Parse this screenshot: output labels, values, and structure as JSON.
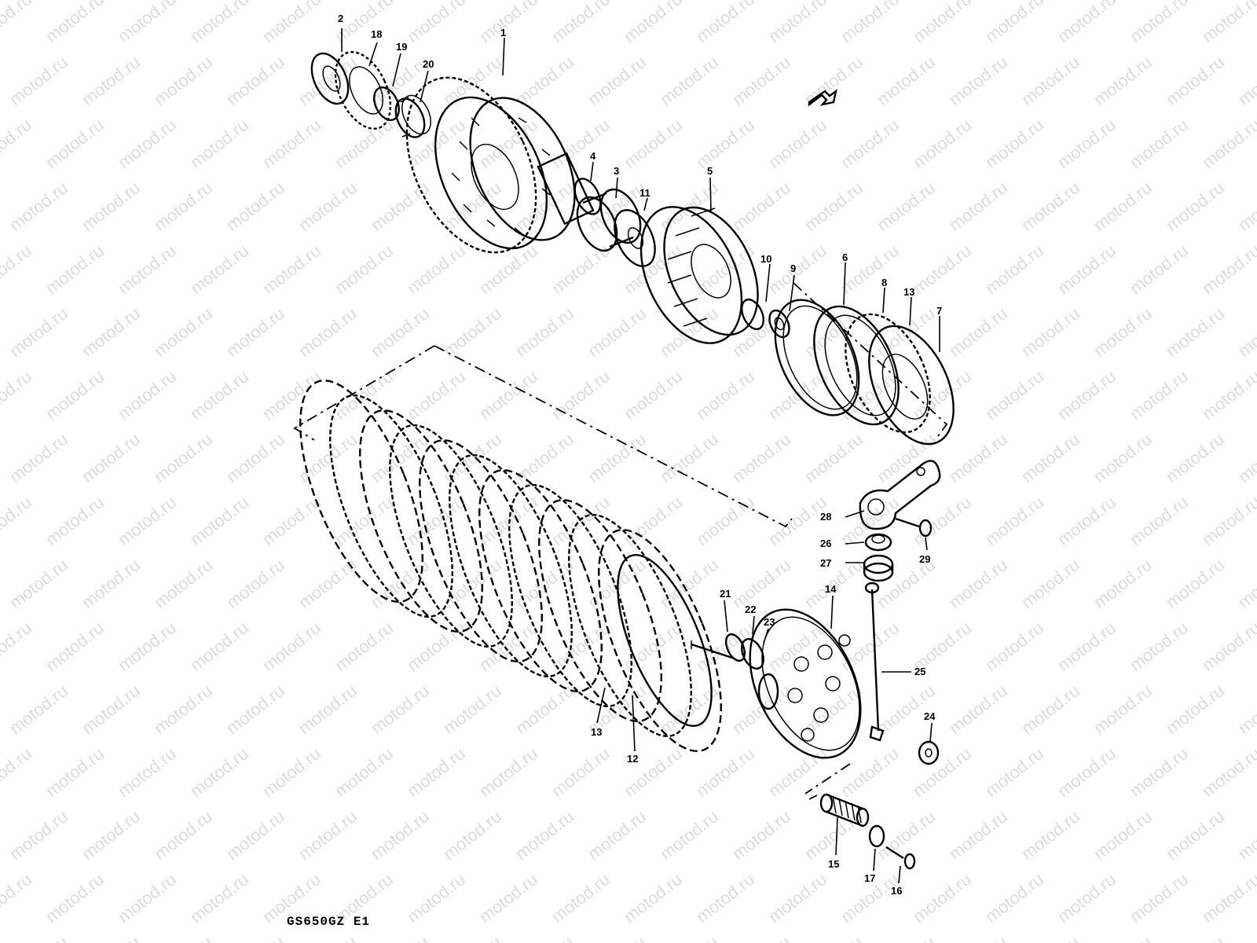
{
  "watermark_text": "motod.ru",
  "model_code": "GS650GZ E1",
  "callouts": [
    {
      "id": "label-1",
      "text": "1"
    },
    {
      "id": "label-2",
      "text": "2"
    },
    {
      "id": "label-3",
      "text": "3"
    },
    {
      "id": "label-4",
      "text": "4"
    },
    {
      "id": "label-5",
      "text": "5"
    },
    {
      "id": "label-6",
      "text": "6"
    },
    {
      "id": "label-7",
      "text": "7"
    },
    {
      "id": "label-8",
      "text": "8"
    },
    {
      "id": "label-9",
      "text": "9"
    },
    {
      "id": "label-10",
      "text": "10"
    },
    {
      "id": "label-11",
      "text": "11"
    },
    {
      "id": "label-12",
      "text": "12"
    },
    {
      "id": "label-13a",
      "text": "13"
    },
    {
      "id": "label-13b",
      "text": "13"
    },
    {
      "id": "label-14",
      "text": "14"
    },
    {
      "id": "label-15",
      "text": "15"
    },
    {
      "id": "label-16",
      "text": "16"
    },
    {
      "id": "label-17",
      "text": "17"
    },
    {
      "id": "label-18",
      "text": "18"
    },
    {
      "id": "label-19",
      "text": "19"
    },
    {
      "id": "label-20",
      "text": "20"
    },
    {
      "id": "label-21",
      "text": "21"
    },
    {
      "id": "label-22",
      "text": "22"
    },
    {
      "id": "label-23",
      "text": "23"
    },
    {
      "id": "label-24",
      "text": "24"
    },
    {
      "id": "label-25",
      "text": "25"
    },
    {
      "id": "label-26",
      "text": "26"
    },
    {
      "id": "label-27",
      "text": "27"
    },
    {
      "id": "label-28",
      "text": "28"
    },
    {
      "id": "label-29",
      "text": "29"
    }
  ]
}
